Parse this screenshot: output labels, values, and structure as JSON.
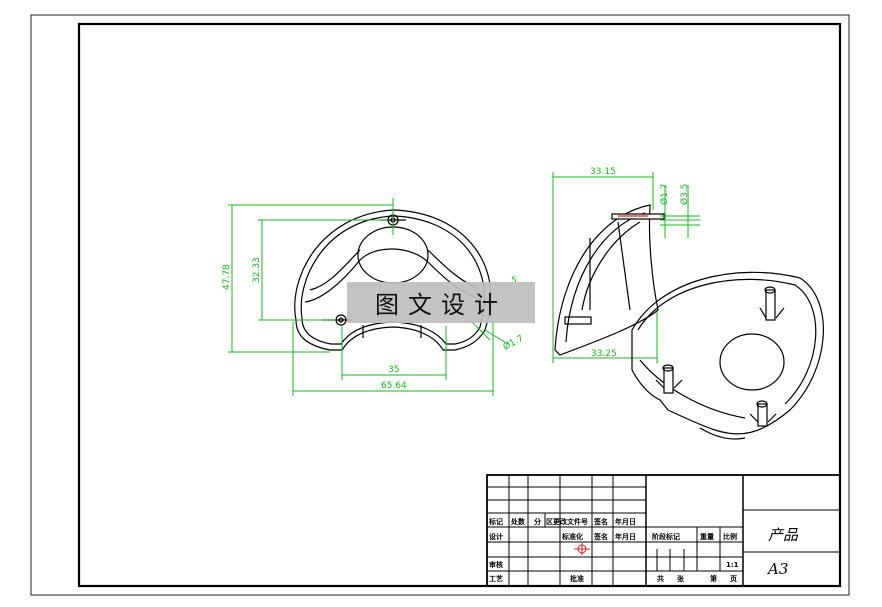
{
  "drawing": {
    "dimensions": {
      "top_view": {
        "height_outer": "47.78",
        "height_inner": "32.33",
        "width_inner": "35",
        "width_outer": "65.64",
        "radius_partial": "5",
        "hole_dia": "Ø1.7"
      },
      "side_view": {
        "width_top": "33.15",
        "width_bottom": "33.25",
        "hole_dia_small": "Ø1.7",
        "hole_dia_large": "Ø3.5"
      }
    },
    "watermark": "图文设计"
  },
  "title_block": {
    "labels": {
      "biaoji": "标记",
      "chushu": "处数",
      "fenqu": "分",
      "gengai": "区更改文件号",
      "qianming": "签名",
      "nianyueri": "年月日",
      "sheji": "设计",
      "biaozhunhua": "标准化",
      "qianming2": "签名",
      "nianyueri2": "年月日",
      "jieduan": "阶段标记",
      "zhongliang": "重量",
      "bili": "比例",
      "shenhe": "审核",
      "gongyi": "工艺",
      "pizhun": "批准",
      "gong": "共",
      "zhang": "张",
      "di": "第",
      "ye": "页",
      "ratio": "1:1"
    },
    "part_name": "产品",
    "sheet_size": "A3"
  },
  "colors": {
    "dimension": "#17b81d",
    "outline": "#000000",
    "marker": "#e2231a"
  }
}
